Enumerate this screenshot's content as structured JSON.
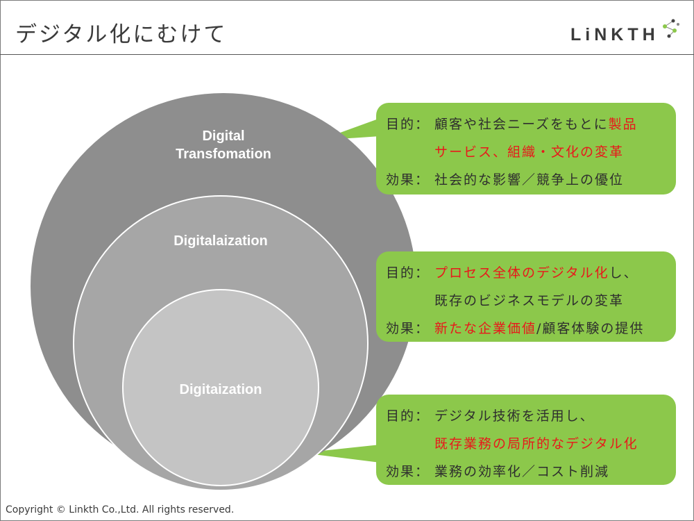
{
  "header": {
    "title": "デジタル化にむけて",
    "logo_text": "LiNKTH"
  },
  "circles": {
    "outer": "Digital Transfomation",
    "middle": "Digitalaization",
    "inner": "Digitaization"
  },
  "callouts": {
    "transformation": {
      "purpose_label": "目的：",
      "purpose_line1_plain": "顧客や社会ニーズをもとに",
      "purpose_line1_red": "製品",
      "purpose_line2_red": "サービス、組織・文化の変革",
      "effect_label": "効果：",
      "effect_text": "社会的な影響／競争上の優位"
    },
    "digitalization": {
      "purpose_label": "目的：",
      "purpose_line1_red": "プロセス全体のデジタル化",
      "purpose_line1_plain": "し、",
      "purpose_line2": "既存のビジネスモデルの変革",
      "effect_label": "効果：",
      "effect_red": "新たな企業価値",
      "effect_plain": "/顧客体験の提供"
    },
    "digitization": {
      "purpose_label": "目的：",
      "purpose_line1": "デジタル技術を活用し、",
      "purpose_line2_red": "既存業務の局所的なデジタル化",
      "effect_label": "効果：",
      "effect_text": "業務の効率化／コスト削減"
    }
  },
  "colors": {
    "outer_circle": "#8e8e8e",
    "middle_circle": "#a6a6a6",
    "inner_circle": "#c4c4c4",
    "callout_green": "#8cc84b",
    "highlight_red": "#e8181b"
  },
  "footer": {
    "copyright": "Copyright © Linkth Co.,Ltd. All rights reserved."
  }
}
